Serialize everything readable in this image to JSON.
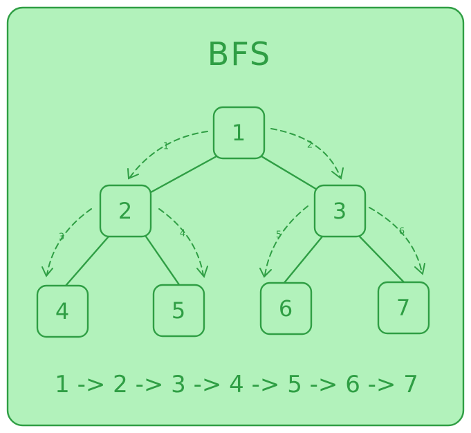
{
  "title": "BFS",
  "colors": {
    "background": "#b2f2bb",
    "stroke": "#2f9e44",
    "text": "#2f9e44"
  },
  "nodes": [
    {
      "id": "n1",
      "label": "1"
    },
    {
      "id": "n2",
      "label": "2"
    },
    {
      "id": "n3",
      "label": "3"
    },
    {
      "id": "n4",
      "label": "4"
    },
    {
      "id": "n5",
      "label": "5"
    },
    {
      "id": "n6",
      "label": "6"
    },
    {
      "id": "n7",
      "label": "7"
    }
  ],
  "edges": [
    {
      "from": "n1",
      "to": "n2"
    },
    {
      "from": "n1",
      "to": "n3"
    },
    {
      "from": "n2",
      "to": "n4"
    },
    {
      "from": "n2",
      "to": "n5"
    },
    {
      "from": "n3",
      "to": "n6"
    },
    {
      "from": "n3",
      "to": "n7"
    }
  ],
  "traversal_steps": [
    {
      "label": "1",
      "from": "n1",
      "to": "n2"
    },
    {
      "label": "2",
      "from": "n1",
      "to": "n3"
    },
    {
      "label": "3",
      "from": "n2",
      "to": "n4"
    },
    {
      "label": "4",
      "from": "n2",
      "to": "n5"
    },
    {
      "label": "5",
      "from": "n3",
      "to": "n6"
    },
    {
      "label": "6",
      "from": "n3",
      "to": "n7"
    }
  ],
  "order_text": "1 -> 2 -> 3 -> 4 -> 5 -> 6 -> 7"
}
